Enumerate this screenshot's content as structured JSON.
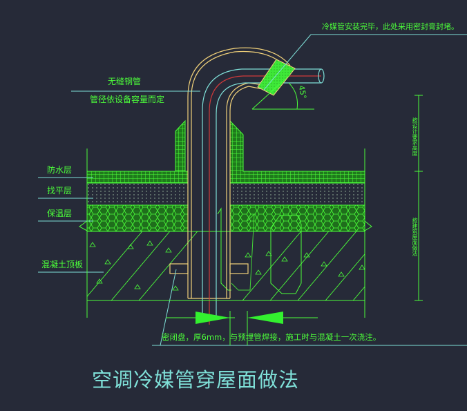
{
  "drawing": {
    "title": "空调冷媒管穿屋面做法",
    "colors": {
      "background": "#262a38",
      "green": "#4cff3a",
      "cyan": "#7fe0d8",
      "yellow": "#f2d27a",
      "red": "#d03a3a",
      "fill_green": "#2fd42a"
    },
    "annotations": {
      "top_note": "冷媒管安装完毕，此处采用密封膏封堵。",
      "pipe_type": "无缝钢管",
      "pipe_size_note": "管径依设备容量而定",
      "angle": "45°",
      "bottom_note": "密闭盘，厚6mm，与预埋管焊接，施工时与混凝土一次浇注。"
    },
    "layers": [
      {
        "label": "防水层"
      },
      {
        "label": "找平层"
      },
      {
        "label": "保温层"
      },
      {
        "label": "混凝土顶板"
      }
    ],
    "dimensions": {
      "upper": "按设计要求高度",
      "lower": "按建筑屋面做法"
    }
  }
}
